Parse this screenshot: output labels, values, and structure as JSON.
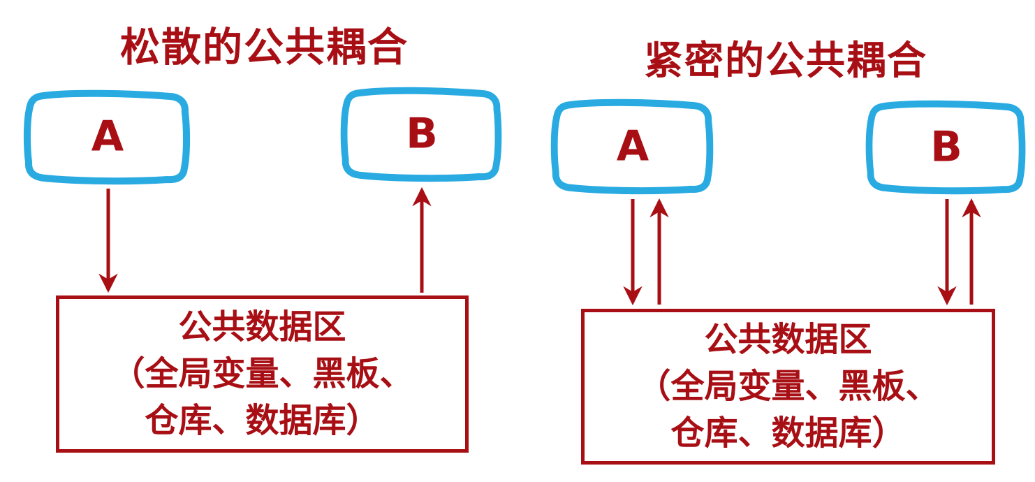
{
  "colors": {
    "red": "#A80F15",
    "cyan": "#29ABE2",
    "bg": "#FFFFFF"
  },
  "left": {
    "title": "松散的公共耦合",
    "modules": [
      {
        "id": "A",
        "label": "A"
      },
      {
        "id": "B",
        "label": "B"
      }
    ],
    "datastore": {
      "lines": [
        "公共数据区",
        "（全局变量、黑板、",
        "仓库、数据库）"
      ]
    },
    "arrows": [
      {
        "from": "module-a",
        "to": "datastore",
        "direction": "down"
      },
      {
        "from": "datastore",
        "to": "module-b",
        "direction": "up"
      }
    ]
  },
  "right": {
    "title": "紧密的公共耦合",
    "modules": [
      {
        "id": "A",
        "label": "A"
      },
      {
        "id": "B",
        "label": "B"
      }
    ],
    "datastore": {
      "lines": [
        "公共数据区",
        "（全局变量、黑板、",
        "仓库、数据库）"
      ]
    },
    "arrows": [
      {
        "from": "module-a",
        "to": "datastore",
        "direction": "down"
      },
      {
        "from": "datastore",
        "to": "module-a",
        "direction": "up"
      },
      {
        "from": "module-b",
        "to": "datastore",
        "direction": "down"
      },
      {
        "from": "datastore",
        "to": "module-b",
        "direction": "up"
      }
    ]
  }
}
